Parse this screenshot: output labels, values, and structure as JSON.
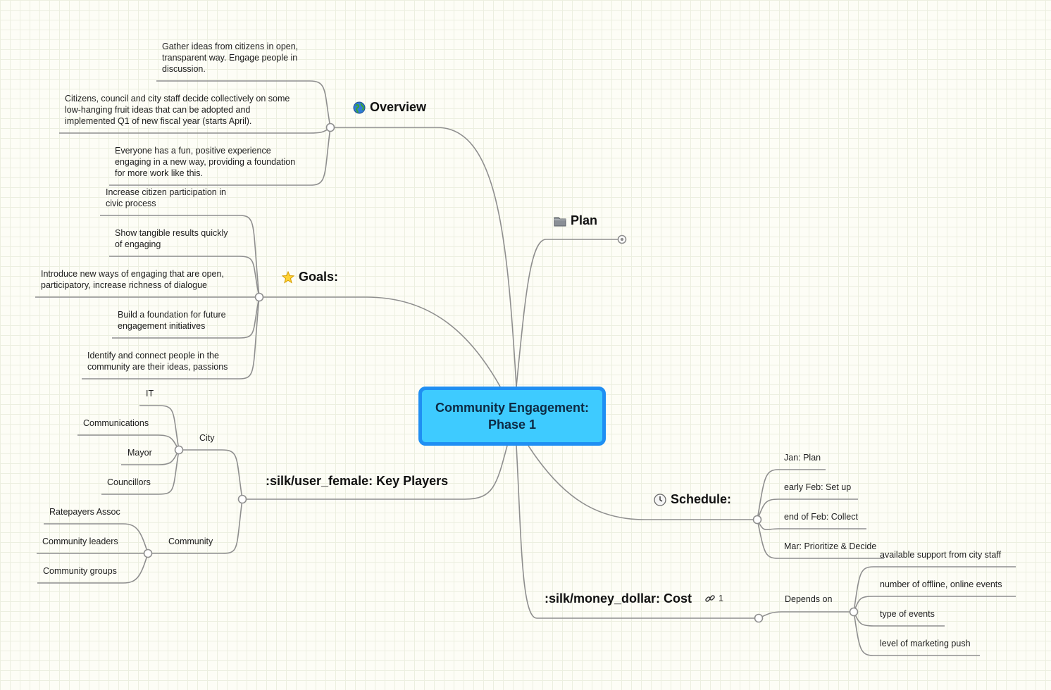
{
  "mindmap": {
    "root": {
      "label": "Community Engagement:\nPhase 1"
    },
    "overview": {
      "label": "Overview",
      "icon": "globe-icon",
      "items": [
        "Gather ideas from citizens in open,\ntransparent way. Engage people in\ndiscussion.",
        "Citizens, council and city staff decide collectively on some\nlow-hanging fruit ideas that can be adopted and\nimplemented Q1 of new fiscal year (starts April).",
        "Everyone has a fun, positive experience\nengaging in a new way, providing a foundation\nfor more work like this."
      ]
    },
    "plan": {
      "label": "Plan",
      "icon": "folder-icon"
    },
    "goals": {
      "label": "Goals:",
      "icon": "star-icon",
      "items": [
        "Increase citizen participation in\ncivic process",
        "Show tangible results quickly\nof engaging",
        "Introduce new ways of engaging that are open,\nparticipatory, increase richness of dialogue",
        "Build a foundation for future\nengagement initiatives",
        "Identify and connect people in the\ncommunity are their ideas, passions"
      ]
    },
    "key_players": {
      "label": ":silk/user_female: Key Players",
      "city": {
        "label": "City",
        "items": [
          "IT",
          "Communications",
          "Mayor",
          "Councillors"
        ]
      },
      "community": {
        "label": "Community",
        "items": [
          "Ratepayers Assoc",
          "Community leaders",
          "Community groups"
        ]
      }
    },
    "schedule": {
      "label": "Schedule:",
      "icon": "clock-icon",
      "items": [
        "Jan: Plan",
        "early Feb: Set up",
        "end of Feb: Collect",
        "Mar: Prioritize & Decide"
      ]
    },
    "cost": {
      "label": ":silk/money_dollar: Cost",
      "link_count": "1",
      "depends_on": {
        "label": "Depends on",
        "items": [
          "available support from city staff",
          "number of offline, online events",
          "type of events",
          "level of marketing push"
        ]
      }
    }
  },
  "colors": {
    "connector": "#8f8f8f",
    "root_fill": "#3ecbff",
    "root_border": "#1f8ff3",
    "grid": "#ecefe0"
  }
}
